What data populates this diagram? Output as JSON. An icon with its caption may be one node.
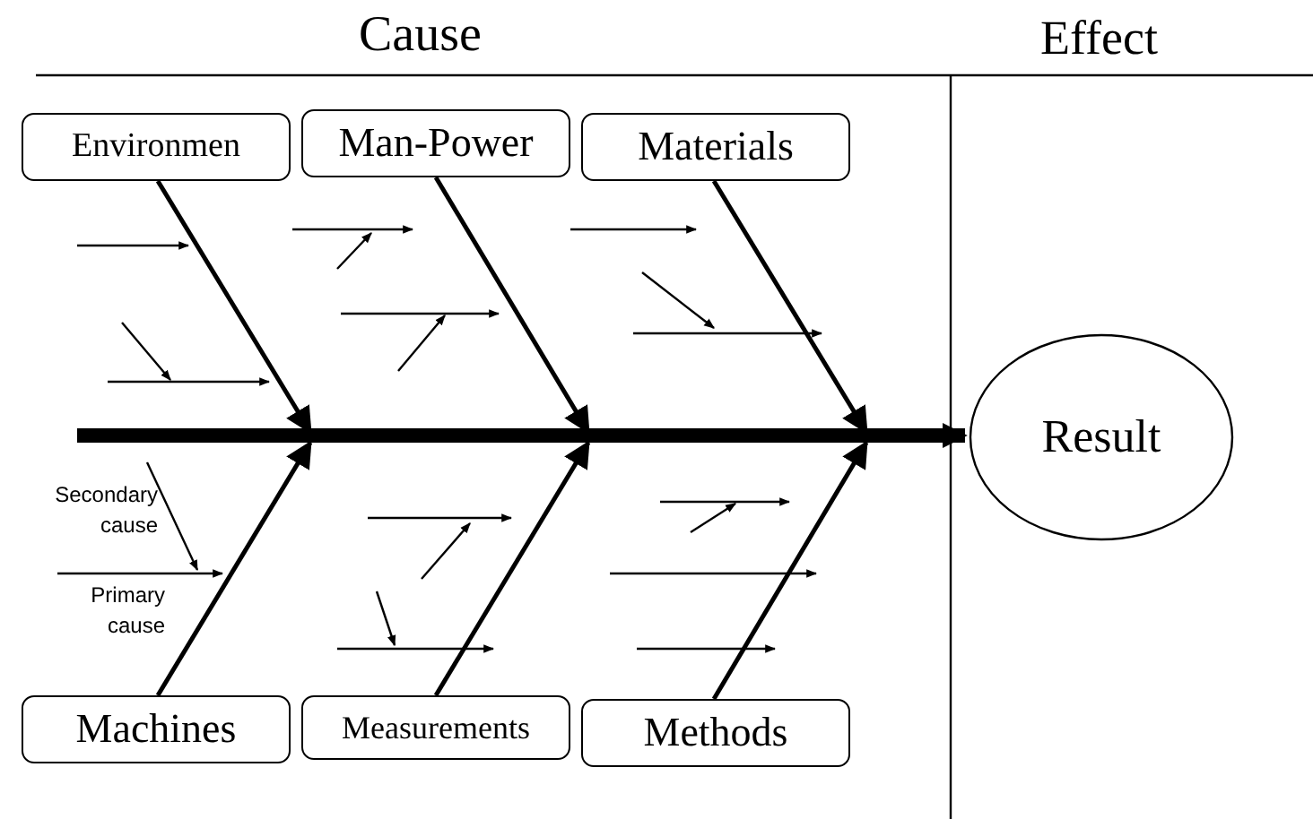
{
  "diagram": {
    "nodes": [
      {
        "text": [
          "Environmen"
        ]
      },
      {
        "text": [
          "Man-Power"
        ]
      },
      {
        "text": [
          "Materials"
        ]
      },
      {
        "text": [
          "Machines"
        ]
      },
      {
        "text": [
          "Measurements"
        ]
      },
      {
        "text": [
          "Methods"
        ]
      },
      {
        "text": [
          "Result"
        ]
      }
    ],
    "edges": [
      {
        "from": 0,
        "to": null,
        "arrow": "to"
      },
      {
        "from": 1,
        "to": null,
        "arrow": "to"
      },
      {
        "from": 2,
        "to": null,
        "arrow": "to"
      },
      {
        "from": 3,
        "to": null,
        "arrow": "to"
      },
      {
        "from": 4,
        "to": null,
        "arrow": "to"
      },
      {
        "from": 5,
        "to": null,
        "arrow": "to"
      },
      {
        "from": null,
        "to": 6,
        "arrow": "to",
        "style": "thick"
      }
    ],
    "labels": [
      "Cause",
      "Effect",
      "Secondary cause",
      "Primary cause"
    ]
  }
}
